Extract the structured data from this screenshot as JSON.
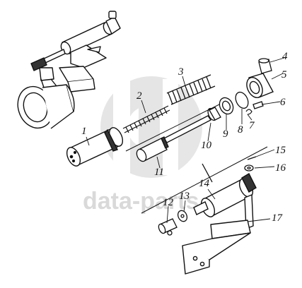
{
  "diagram": {
    "part_numbers": [
      "1",
      "2",
      "3",
      "4",
      "5",
      "6",
      "7",
      "8",
      "9",
      "10",
      "11",
      "12",
      "13",
      "14",
      "15",
      "16",
      "17"
    ]
  },
  "watermark": {
    "text": "data-parts",
    "color": "#d6d6d6"
  },
  "colors": {
    "line": "#111111",
    "fill": "#ffffff",
    "shade": "#333333"
  }
}
